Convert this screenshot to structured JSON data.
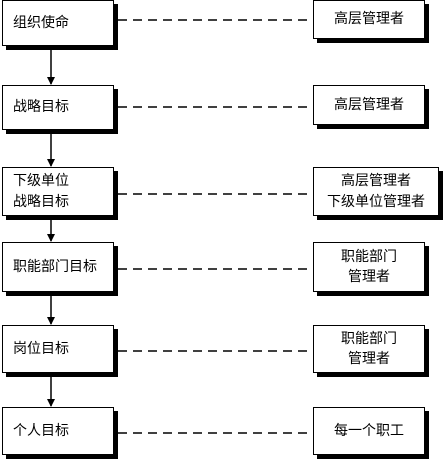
{
  "levels": [
    {
      "left": [
        "组织使命"
      ],
      "right": [
        "高层管理者"
      ]
    },
    {
      "left": [
        "战略目标"
      ],
      "right": [
        "高层管理者"
      ]
    },
    {
      "left": [
        "下级单位",
        "战略目标"
      ],
      "right": [
        "高层管理者",
        "下级单位管理者"
      ]
    },
    {
      "left": [
        "职能部门目标"
      ],
      "right": [
        "职能部门",
        "管理者"
      ]
    },
    {
      "left": [
        "岗位目标"
      ],
      "right": [
        "职能部门",
        "管理者"
      ]
    },
    {
      "left": [
        "个人目标"
      ],
      "right": [
        "每一个职工"
      ]
    }
  ]
}
